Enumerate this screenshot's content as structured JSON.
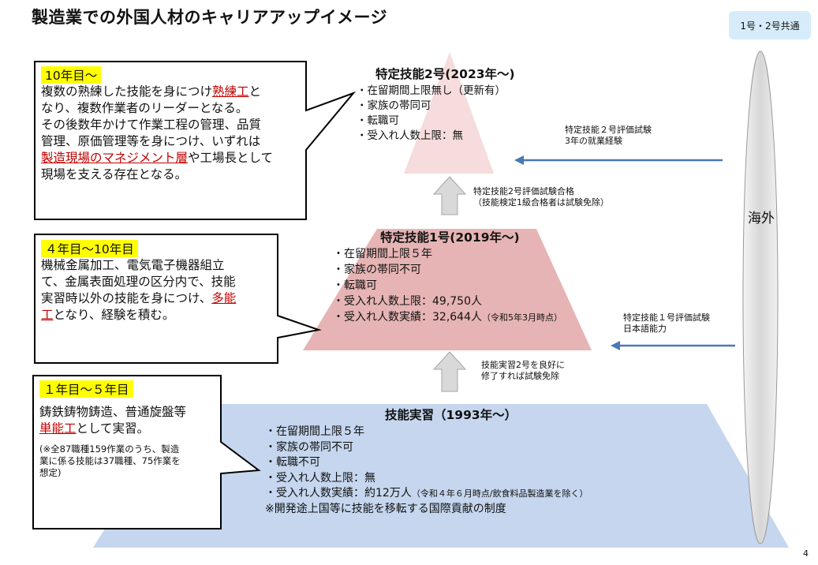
{
  "title": "製造業での外国人材のキャリアアップイメージ",
  "badge": "1号・2号共通",
  "overseas": "海外",
  "page_number": "4",
  "tier2": {
    "title": "特定技能2号(2023年〜)",
    "lines": [
      "・在留期間上限無し（更新有）",
      "・家族の帯同可",
      "・転職可",
      "・受入れ人数上限：無"
    ]
  },
  "tier1": {
    "title": "特定技能1号(2019年〜)",
    "lines": [
      "・在留期間上限５年",
      "・家族の帯同不可",
      "・転職可",
      "・受入れ人数上限：49,750人"
    ],
    "results_line": "・受入れ人数実績：32,644人",
    "results_note": "（令和5年3月時点）"
  },
  "training": {
    "title": "技能実習（1993年〜）",
    "lines": [
      "・在留期間上限５年",
      "・家族の帯同不可",
      "・転職不可",
      "・受入れ人数上限：無"
    ],
    "results_line": "・受入れ人数実績：約12万人",
    "results_note": "（令和４年６月時点/飲食料品製造業を除く）",
    "note": "※開発途上国等に技能を移転する国際貢献の制度"
  },
  "arrows": {
    "up_to_tier2": [
      "特定技能2号評価試験合格",
      "（技能検定1級合格者は試験免除）"
    ],
    "up_to_tier1": [
      "技能実習2号を良好に",
      "修了すれば試験免除"
    ],
    "overseas_to_tier2": [
      "特定技能２号評価試験",
      "3年の就業経験"
    ],
    "overseas_to_tier1": [
      "特定技能１号評価試験",
      "日本語能力"
    ]
  },
  "callouts": {
    "year10": {
      "heading": "10年目〜",
      "text_a": "複数の熟練した技能を身につけ",
      "red_a": "熟練工",
      "text_b": "と\nなり、複数作業者のリーダーとなる。\nその後数年かけて作業工程の管理、品質\n管理、原価管理等を身につけ、いずれは\n",
      "red_b": "製造現場のマネジメント層",
      "text_c": "や工場長として\n現場を支える存在となる。"
    },
    "year4": {
      "heading": "４年目〜10年目",
      "text_a": "機械金属加工、電気電子機器組立\nて、金属表面処理の区分内で、技能\n実習時以外の技能を身につけ、",
      "red_a": "多能\n工",
      "text_b": "となり、経験を積む。"
    },
    "year1": {
      "heading": "１年目〜５年目",
      "text_a": "鋳鉄鋳物鋳造、普通旋盤等\n",
      "red_a": "単能工",
      "text_b": "として実習。",
      "note": "(※全87職種159作業のうち、製造\n業に係る技能は37職種、75作業を\n想定)"
    }
  },
  "colors": {
    "tier2_fill": "#f6dcdc",
    "tier1_fill": "#e6b4b4",
    "training_fill": "#c5d6ee",
    "arrow_blue": "#4a78b5",
    "up_arrow": "#d9d9d9",
    "oval_fill": "#e0e0e0",
    "highlight": "#ffff00",
    "red_text": "#c00000",
    "badge_fill": "#d6ecfa"
  }
}
